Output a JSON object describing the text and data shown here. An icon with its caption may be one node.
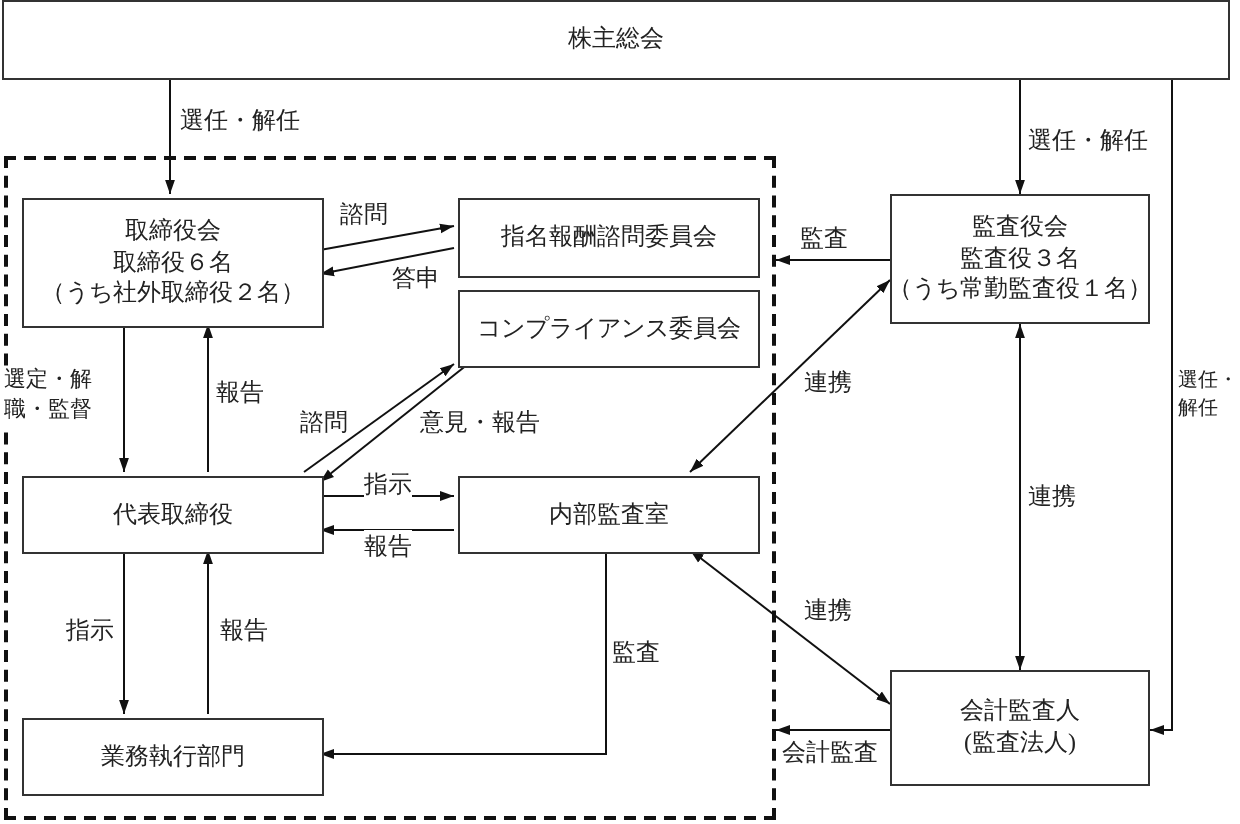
{
  "diagram": {
    "nodes": [
      {
        "text": [
          "株主総会"
        ]
      },
      {
        "text": [],
        "shape": "box"
      },
      {
        "text": [
          "取締役会",
          "取締役６名",
          "（うち社外取締役２名）"
        ],
        "in": 1
      },
      {
        "text": [
          "指名報酬諮問委員会"
        ],
        "in": 1
      },
      {
        "text": [
          "コンプライアンス委員会"
        ],
        "in": 1
      },
      {
        "text": [
          "代表取締役"
        ],
        "in": 1
      },
      {
        "text": [
          "内部監査室"
        ],
        "in": 1
      },
      {
        "text": [
          "業務執行部門"
        ],
        "in": 1
      },
      {
        "text": [
          "監査役会",
          "監査役３名",
          "（うち常勤監査役１名）"
        ]
      },
      {
        "text": [
          "会計監査人",
          "(監査法人)"
        ]
      }
    ],
    "edges": [
      {
        "from": 0,
        "to": 2,
        "arrow": "to",
        "label": "選任・解任"
      },
      {
        "from": 0,
        "to": 8,
        "arrow": "to",
        "label": "選任・解任"
      },
      {
        "from": 0,
        "to": 9,
        "arrow": "to",
        "label": "選任・解任"
      },
      {
        "from": 2,
        "to": 3,
        "arrow": "to",
        "label": "諮問"
      },
      {
        "from": 3,
        "to": 2,
        "arrow": "to",
        "label": "答申"
      },
      {
        "from": 8,
        "to": 1,
        "arrow": "to",
        "label": "監査"
      },
      {
        "from": 2,
        "to": 5,
        "arrow": "to",
        "label": "選定・解職・監督"
      },
      {
        "from": 5,
        "to": 2,
        "arrow": "to",
        "label": "報告"
      },
      {
        "from": 5,
        "to": 4,
        "arrow": "to",
        "label": "諮問"
      },
      {
        "from": 4,
        "to": 5,
        "arrow": "to",
        "label": "意見・報告"
      },
      {
        "from": 8,
        "to": 6,
        "arrow": "both",
        "label": "連携"
      },
      {
        "from": 5,
        "to": 6,
        "arrow": "to",
        "label": "指示"
      },
      {
        "from": 6,
        "to": 5,
        "arrow": "to",
        "label": "報告"
      },
      {
        "from": 8,
        "to": 9,
        "arrow": "both",
        "label": "連携"
      },
      {
        "from": 5,
        "to": 7,
        "arrow": "to",
        "label": "指示"
      },
      {
        "from": 7,
        "to": 5,
        "arrow": "to",
        "label": "報告"
      },
      {
        "from": 6,
        "to": 7,
        "arrow": "to",
        "label": "監査"
      },
      {
        "from": 6,
        "to": 9,
        "arrow": "both",
        "label": "連携"
      },
      {
        "from": 9,
        "to": 1,
        "arrow": "to",
        "label": "会計監査"
      }
    ]
  }
}
